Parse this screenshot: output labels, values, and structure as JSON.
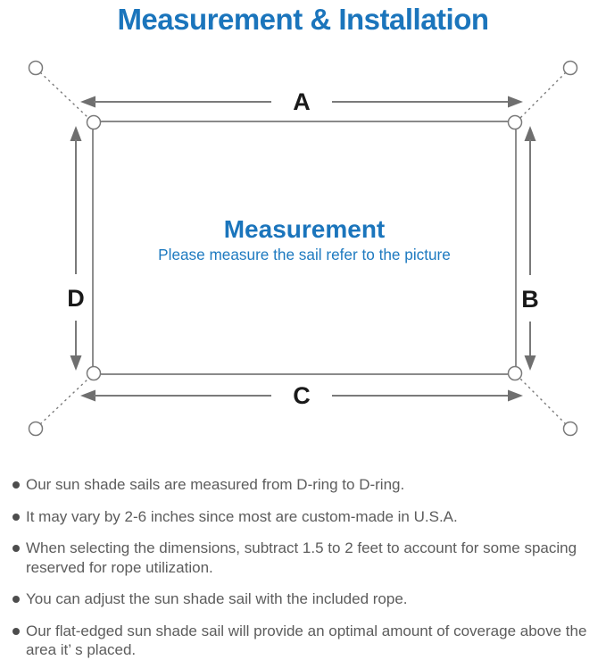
{
  "title": "Measurement & Installation",
  "diagram": {
    "labels": {
      "top": "A",
      "right": "B",
      "bottom": "C",
      "left": "D"
    },
    "center_title": "Measurement",
    "center_subtitle": "Please measure the sail refer to the picture"
  },
  "notes": [
    "Our sun shade sails are measured from D-ring to D-ring.",
    "It may vary by 2-6 inches since most are custom-made in U.S.A.",
    "When selecting the dimensions, subtract 1.5 to 2 feet to account for some spacing reserved for rope utilization.",
    "You can adjust the sun shade sail with the included rope.",
    "Our flat-edged sun shade sail will provide an optimal amount of coverage above the area it’ s placed."
  ],
  "colors": {
    "accent_blue": "#1b75bc",
    "diagram_line_gray": "#7a7a7a",
    "dimension_label": "#1a1a1a",
    "note_text_gray": "#5c5c5c",
    "bullet_dot": "#4d4d4d",
    "background": "#ffffff"
  }
}
